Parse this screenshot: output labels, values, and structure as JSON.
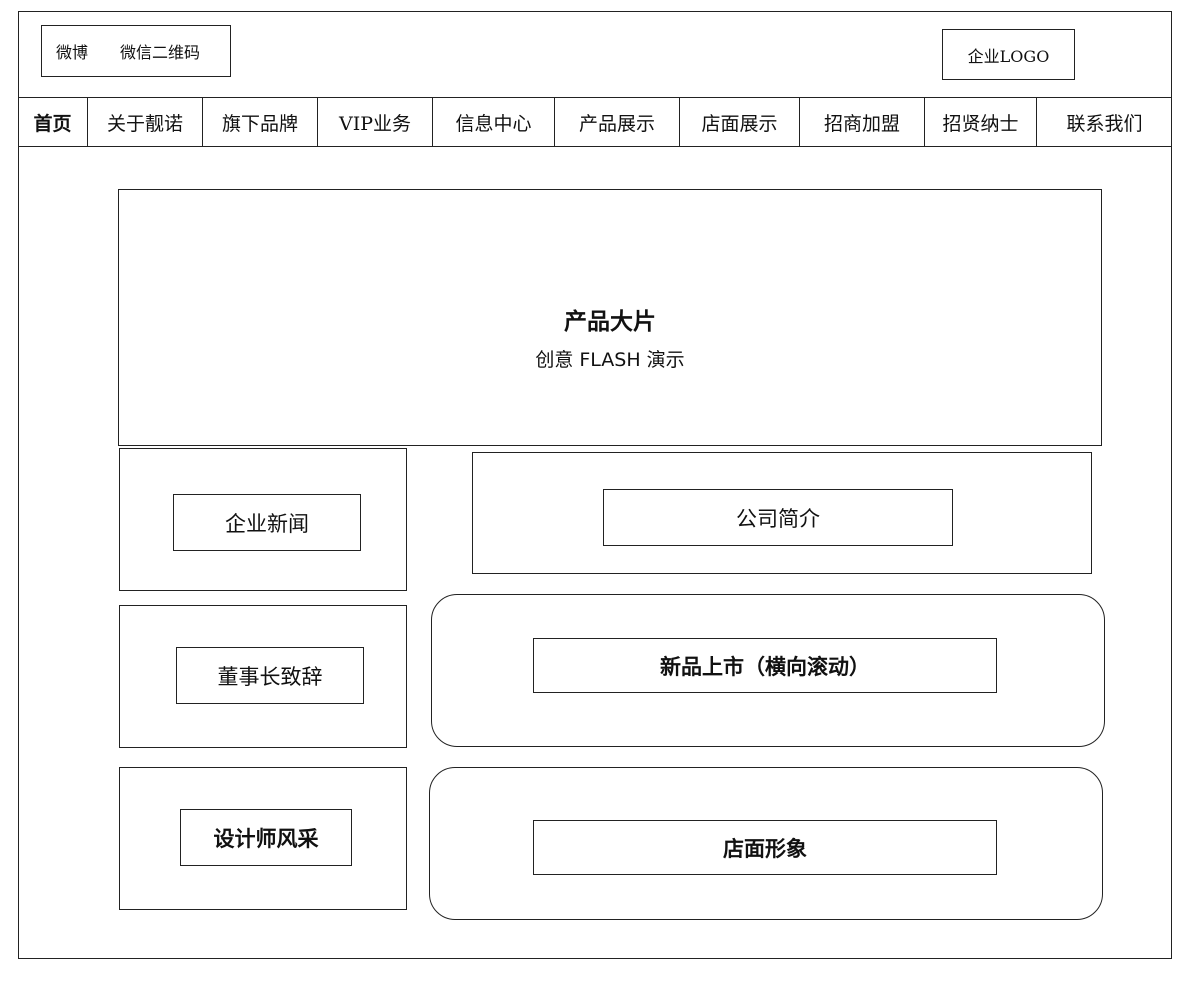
{
  "header": {
    "social": {
      "weibo": "微博",
      "wechat_qr": "微信二维码"
    },
    "logo": "企业LOGO"
  },
  "nav": {
    "items": [
      {
        "label": "首页"
      },
      {
        "label": "关于靓诺"
      },
      {
        "label": "旗下品牌"
      },
      {
        "label": "VIP业务"
      },
      {
        "label": "信息中心"
      },
      {
        "label": "产品展示"
      },
      {
        "label": "店面展示"
      },
      {
        "label": "招商加盟"
      },
      {
        "label": "招贤纳士"
      },
      {
        "label": "联系我们"
      }
    ]
  },
  "hero": {
    "title": "产品大片",
    "subtitle": "创意 FLASH 演示"
  },
  "left_modules": {
    "news": "企业新闻",
    "chairman": "董事长致辞",
    "designers": "设计师风采"
  },
  "right_modules": {
    "profile": "公司简介",
    "new_products": "新品上市（横向滚动）",
    "store_image": "店面形象"
  }
}
